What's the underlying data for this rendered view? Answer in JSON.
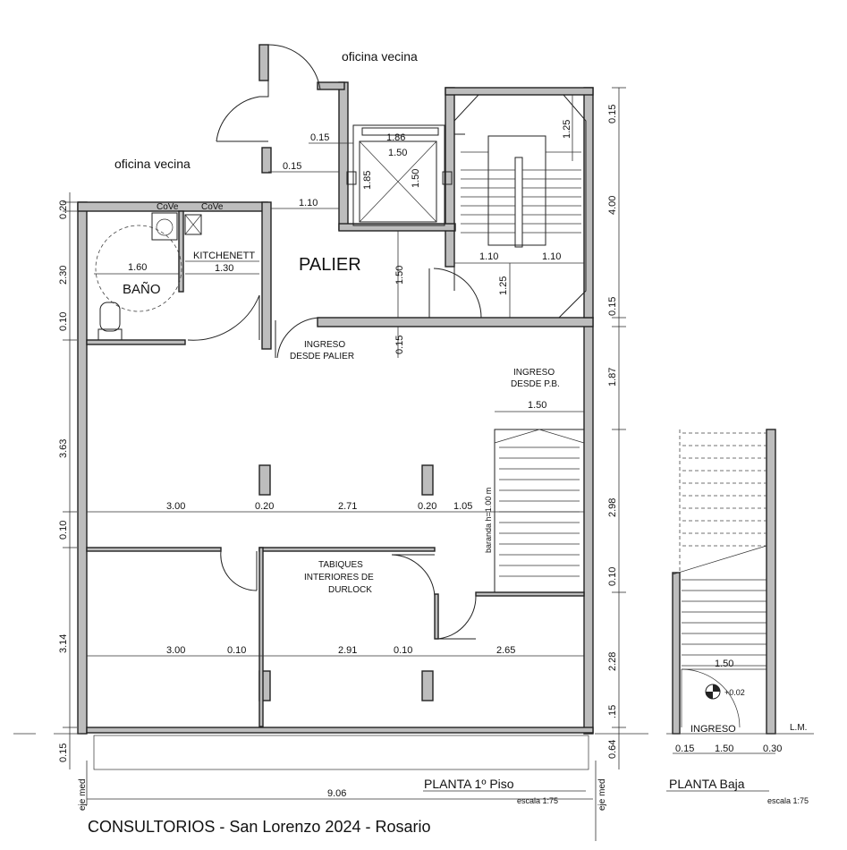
{
  "labels": {
    "oficina_vecina_top": "oficina vecina",
    "oficina_vecina_left": "oficina vecina",
    "palier": "PALIER",
    "bano": "BAÑO",
    "kitchenett": "KITCHENETT",
    "cove_1": "CoVe",
    "cove_2": "CoVe",
    "ingreso_palier_1": "INGRESO",
    "ingreso_palier_2": "DESDE PALIER",
    "ingreso_pb_1": "INGRESO",
    "ingreso_pb_2": "DESDE P.B.",
    "tabiques_1": "TABIQUES",
    "tabiques_2": "INTERIORES DE",
    "tabiques_3": "DURLOCK",
    "baranda": "baranda h=1.00 m",
    "ingreso_baja": "INGRESO",
    "lm": "L.M.",
    "eje_med_1": "eje med",
    "eje_med_2": "eje med",
    "nivel": "+0.02"
  },
  "dimensions": {
    "d_015_a": "0.15",
    "d_186": "1.86",
    "d_150_asc": "1.50",
    "d_185": "1.85",
    "d_150_asc_v": "1.50",
    "d_015_b": "0.15",
    "d_110_pal": "1.10",
    "d_125_top": "1.25",
    "d_160": "1.60",
    "d_130": "1.30",
    "d_150_pal_v": "1.50",
    "d_110_a": "1.10",
    "d_110_b": "1.10",
    "d_125_b": "1.25",
    "d_015_c": "0.15",
    "d_150_pb": "1.50",
    "d_300_a": "3.00",
    "d_020_a": "0.20",
    "d_271": "2.71",
    "d_020_b": "0.20",
    "d_105": "1.05",
    "d_300_b": "3.00",
    "d_010_a": "0.10",
    "d_291": "2.91",
    "d_010_b": "0.10",
    "d_265": "2.65",
    "d_906": "9.06",
    "l_020": "0.20",
    "l_230": "2.30",
    "l_010_a": "0.10",
    "l_363": "3.63",
    "l_010_b": "0.10",
    "l_314": "3.14",
    "l_015": "0.15",
    "r_015_a": "0.15",
    "r_400": "4.00",
    "r_015_b": "0.15",
    "r_187": "1.87",
    "r_298": "2.98",
    "r_010": "0.10",
    "r_228": "2.28",
    "r_15": ".15",
    "r_064": "0.64",
    "b_150_v": "1.50",
    "b_015": "0.15",
    "b_150_h": "1.50",
    "b_030": "0.30"
  },
  "titles": {
    "planta_1": "PLANTA 1º Piso",
    "escala_1": "escala 1:75",
    "planta_baja": "PLANTA Baja",
    "escala_2": "escala 1:75",
    "project": "CONSULTORIOS - San Lorenzo 2024 - Rosario"
  }
}
